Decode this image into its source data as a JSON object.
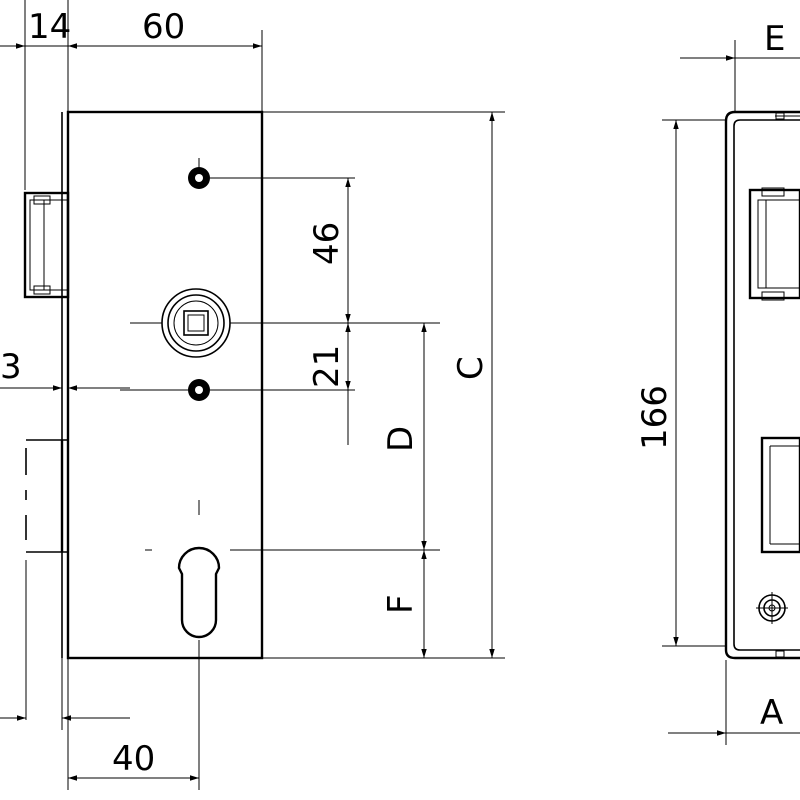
{
  "drawing": {
    "labels": {
      "dim_14": "14",
      "dim_60": "60",
      "dim_3": "3",
      "dim_46": "46",
      "dim_21": "21",
      "dim_D": "D",
      "dim_C": "C",
      "dim_F": "F",
      "dim_40": "40",
      "dim_E": "E",
      "dim_166": "166",
      "dim_A": "A"
    },
    "colors": {
      "line": "#000000",
      "background": "#ffffff"
    }
  }
}
